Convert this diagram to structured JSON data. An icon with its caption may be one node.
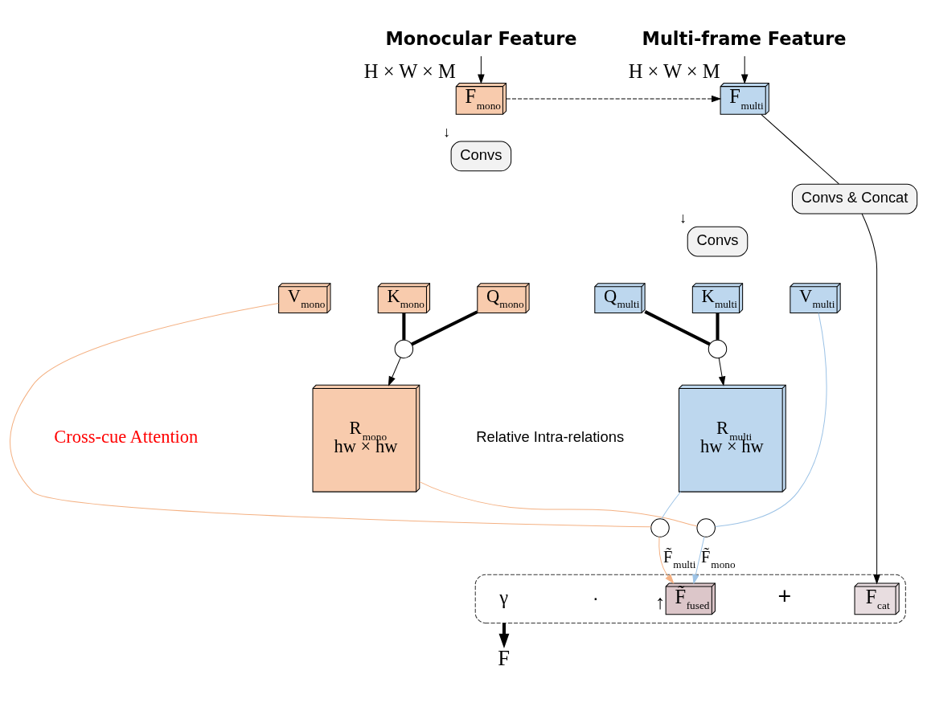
{
  "diagram": {
    "nodes": [
      {
        "text": [
          "Monocular Feature"
        ]
      },
      {
        "text": [
          "Multi-frame Feature"
        ]
      },
      {
        "text": [
          "F$_{mono}$"
        ],
        "beside": [
          "H × W × M"
        ]
      },
      {
        "text": [
          "F$_{multi}$"
        ],
        "beside": [
          "H × W × M"
        ]
      },
      {
        "text": [
          "Convs"
        ],
        "beside": [
          "↓"
        ]
      },
      {
        "text": [
          "Convs"
        ],
        "beside": [
          "↓"
        ]
      },
      {
        "text": [
          "V$_{mono}$"
        ]
      },
      {
        "text": [
          "K$_{mono}$"
        ]
      },
      {
        "text": [
          "Q$_{mono}$"
        ]
      },
      {
        "text": [
          "Q$_{multi}$"
        ]
      },
      {
        "text": [
          "K$_{multi}$"
        ]
      },
      {
        "text": [
          "V$_{multi}$"
        ]
      },
      {
        "text": [],
        "shape": "circle"
      },
      {
        "text": [],
        "shape": "circle"
      },
      {
        "text": [
          "R$_{mono}$",
          "hw × hw"
        ]
      },
      {
        "text": [
          "R$_{multi}$",
          "hw × hw"
        ]
      },
      {
        "text": [],
        "shape": "circle"
      },
      {
        "text": [],
        "shape": "circle"
      },
      {
        "text": [],
        "shape": "box"
      },
      {
        "text": [
          "γ"
        ],
        "in": 18
      },
      {
        "text": [
          "·"
        ],
        "in": 18
      },
      {
        "text": [
          "F̃$_{fused}$"
        ],
        "beside": [
          "↑"
        ],
        "in": 18
      },
      {
        "text": [
          "+"
        ],
        "in": 18
      },
      {
        "text": [
          "F$_{cat}$"
        ],
        "in": 18
      },
      {
        "text": [
          "F"
        ]
      },
      {
        "text": [
          "Convs & Concat"
        ]
      }
    ],
    "edges": [
      {
        "from": 0,
        "to": 2,
        "arrow": "to"
      },
      {
        "from": 1,
        "to": 3,
        "arrow": "to"
      },
      {
        "from": 2,
        "to": 3,
        "arrow": "to",
        "style": "dashed"
      },
      {
        "from": 7,
        "to": 12,
        "arrow": "none",
        "style": "thick"
      },
      {
        "from": 8,
        "to": 12,
        "arrow": "none",
        "style": "thick"
      },
      {
        "from": 12,
        "to": 14,
        "arrow": "to"
      },
      {
        "from": 9,
        "to": 13,
        "arrow": "none",
        "style": "thick"
      },
      {
        "from": 10,
        "to": 13,
        "arrow": "none",
        "style": "thick"
      },
      {
        "from": 13,
        "to": 15,
        "arrow": "to"
      },
      {
        "from": 14,
        "to": 16,
        "arrow": "none",
        "color": "#f4b183"
      },
      {
        "from": 11,
        "to": 16,
        "arrow": "none",
        "color": "#9dc3e6"
      },
      {
        "from": 16,
        "to": 21,
        "arrow": "to",
        "label": "F̃$_{mono}$",
        "color": "#9dc3e6"
      },
      {
        "from": 6,
        "to": 17,
        "arrow": "none",
        "color": "#f4b183"
      },
      {
        "from": 15,
        "to": 17,
        "arrow": "none",
        "color": "#9dc3e6"
      },
      {
        "from": 17,
        "to": 21,
        "arrow": "to",
        "label": "F̃$_{multi}$",
        "color": "#f4b183"
      },
      {
        "from": 3,
        "to": 25,
        "arrow": "none"
      },
      {
        "from": 25,
        "to": 23,
        "arrow": "to"
      },
      {
        "from": 18,
        "to": 24,
        "arrow": "to",
        "style": "thick"
      }
    ],
    "labels": [
      "Cross-cue Attention",
      "Relative Intra-relations"
    ]
  }
}
